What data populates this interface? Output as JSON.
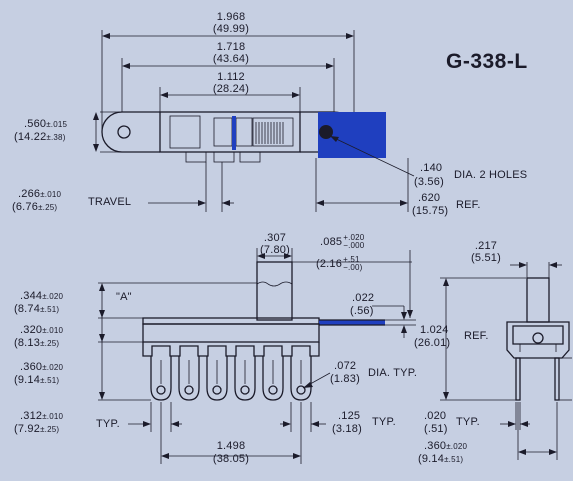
{
  "part_number": "G-338-L",
  "colors": {
    "background": "#c6cfe2",
    "line": "#1b1b2a",
    "accent_blue": "#1f3fbf"
  },
  "top_view": {
    "overall_length": {
      "inch": "1.968",
      "mm": "(49.99)"
    },
    "mid_length": {
      "inch": "1.718",
      "mm": "(43.64)"
    },
    "inner_length": {
      "inch": "1.112",
      "mm": "(28.24)"
    },
    "body_height": {
      "inch": ".560",
      "tol": "±.015",
      "mm": "(14.22",
      "mm_tol": "±.38)"
    },
    "travel": {
      "inch": ".266",
      "tol": "±.010",
      "mm": "(6.76",
      "mm_tol": "±.25)",
      "label": "TRAVEL"
    },
    "holes": {
      "inch": ".140",
      "mm": "(3.56)",
      "label": "DIA. 2 HOLES"
    },
    "ref_length": {
      "inch": ".620",
      "mm": "(15.75)",
      "label": "REF."
    }
  },
  "side_view": {
    "actuator_width": {
      "inch": ".307",
      "mm": "(7.80)"
    },
    "actuator_height": {
      "inch": ".085",
      "tol_plus": "+.020",
      "tol_minus": "−.000",
      "mm": "(2.16",
      "mm_tol_plus": "+.51",
      "mm_tol_minus": "−.00)"
    },
    "dim_a": {
      "inch": ".344",
      "tol": "±.020",
      "mm": "(8.74",
      "mm_tol": "±.51)",
      "tag": "\"A\""
    },
    "plate_thickness": {
      "inch": ".022",
      "mm": "(.56)"
    },
    "body_depth": {
      "inch": ".320",
      "tol": "±.010",
      "mm": "(8.13",
      "mm_tol": "±.25)"
    },
    "terminal_length": {
      "inch": ".360",
      "tol": "±.020",
      "mm": "(9.14",
      "mm_tol": "±.51)"
    },
    "terminal_hole": {
      "inch": ".072",
      "mm": "(1.83)",
      "label": "DIA. TYP."
    },
    "terminal_width": {
      "inch": ".312",
      "tol": "±.010",
      "mm": "(7.92",
      "mm_tol": "±.25)",
      "label": "TYP."
    },
    "pitch": {
      "inch": ".125",
      "mm": "(3.18)",
      "label": "TYP."
    },
    "span": {
      "inch": "1.498",
      "mm": "(38.05)"
    }
  },
  "end_view": {
    "actuator_width": {
      "inch": ".217",
      "mm": "(5.51)"
    },
    "overall_height": {
      "inch": "1.024",
      "mm": "(26.01)",
      "label": "REF."
    },
    "pin_thickness": {
      "inch": ".020",
      "mm": "(.51)",
      "label": "TYP."
    },
    "pin_length": {
      "inch": ".360",
      "tol": "±.020",
      "mm": "(9.14",
      "mm_tol": "±.51)"
    }
  }
}
